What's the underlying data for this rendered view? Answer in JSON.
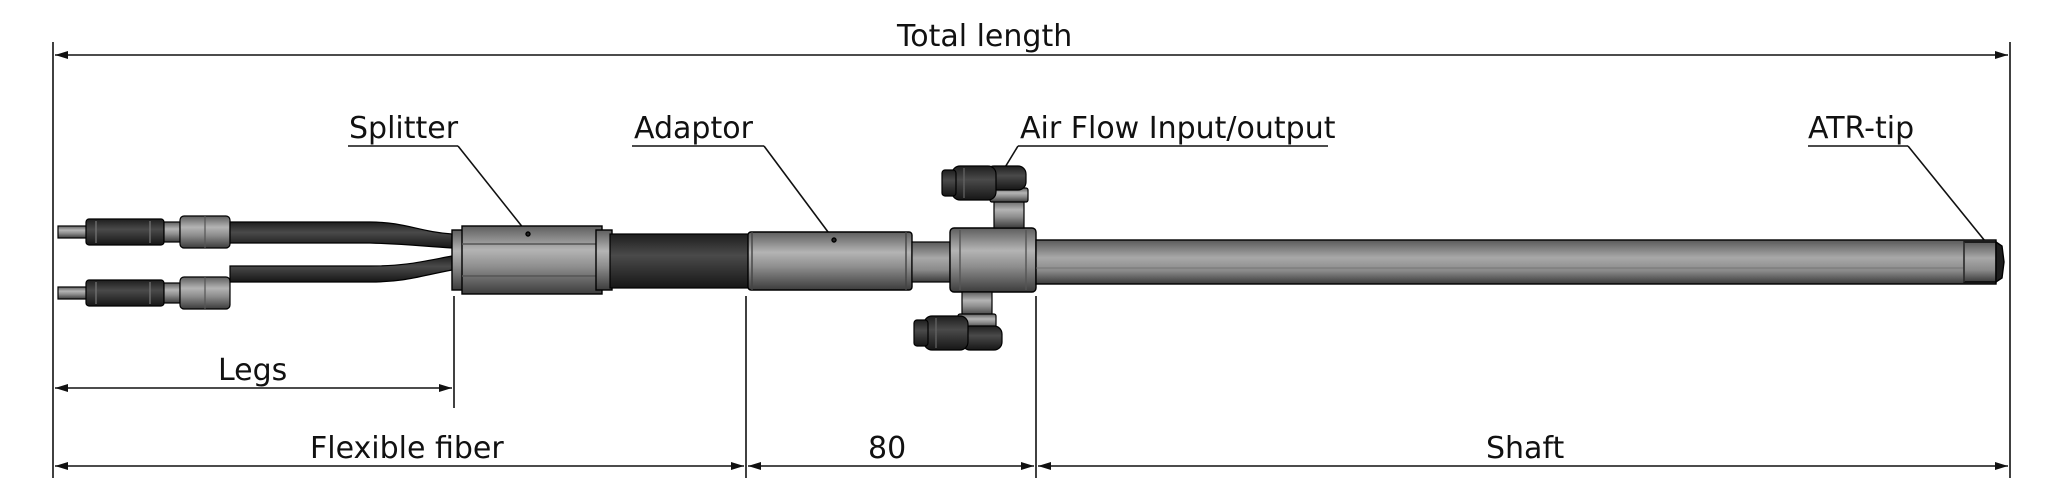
{
  "labels": {
    "total_length": "Total length",
    "splitter": "Splitter",
    "adaptor": "Adaptor",
    "air_flow": "Air Flow Input/output",
    "atr_tip": "ATR-tip",
    "legs": "Legs",
    "flexible_fiber": "Flexible fiber",
    "dim_80": "80",
    "shaft": "Shaft"
  },
  "colors": {
    "line": "#111111",
    "fiber": "#2c2c2c",
    "metal_light": "#9a9a9a",
    "metal_mid": "#7c7c7c",
    "metal_dark": "#4a4a4a",
    "connector": "#1a1a1a"
  }
}
